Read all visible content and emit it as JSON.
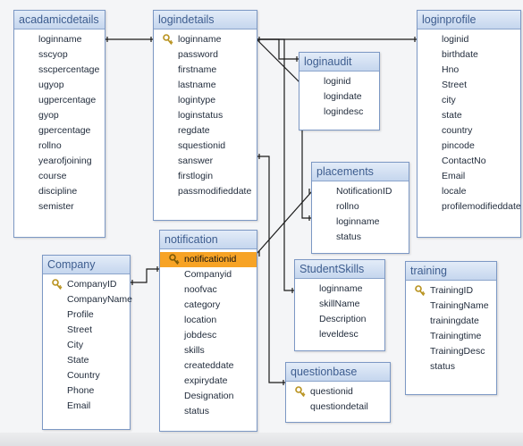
{
  "tables": {
    "acadamicdetails": {
      "title": "acadamicdetails",
      "fields": [
        "loginname",
        "sscyop",
        "sscpercentage",
        "ugyop",
        "ugpercentage",
        "gyop",
        "gpercentage",
        "rollno",
        "yearofjoining",
        "course",
        "discipline",
        "semister"
      ]
    },
    "logindetails": {
      "title": "logindetails",
      "key": "loginname",
      "fields": [
        "password",
        "firstname",
        "lastname",
        "logintype",
        "loginstatus",
        "regdate",
        "squestionid",
        "sanswer",
        "firstlogin",
        "passmodifieddate"
      ]
    },
    "loginprofile": {
      "title": "loginprofile",
      "fields": [
        "loginid",
        "birthdate",
        "Hno",
        "Street",
        "city",
        "state",
        "country",
        "pincode",
        "ContactNo",
        "Email",
        "locale",
        "profilemodifieddate"
      ]
    },
    "loginaudit": {
      "title": "loginaudit",
      "fields": [
        "loginid",
        "logindate",
        "logindesc"
      ]
    },
    "placements": {
      "title": "placements",
      "fields": [
        "NotificationID",
        "rollno",
        "loginname",
        "status"
      ]
    },
    "notification": {
      "title": "notification",
      "key": "notificationid",
      "fields": [
        "Companyid",
        "noofvac",
        "category",
        "location",
        "jobdesc",
        "skills",
        "createddate",
        "expirydate",
        "Designation",
        "status"
      ]
    },
    "company": {
      "title": "Company",
      "key": "CompanyID",
      "fields": [
        "CompanyName",
        "Profile",
        "Street",
        "City",
        "State",
        "Country",
        "Phone",
        "Email"
      ]
    },
    "studentskills": {
      "title": "StudentSkills",
      "fields": [
        "loginname",
        "skillName",
        "Description",
        "leveldesc"
      ]
    },
    "training": {
      "title": "training",
      "key": "TrainingID",
      "fields": [
        "TrainingName",
        "trainingdate",
        "Trainingtime",
        "TrainingDesc",
        "status"
      ]
    },
    "questionbase": {
      "title": "questionbase",
      "key": "questionid",
      "fields": [
        "questiondetail"
      ]
    }
  },
  "colors": {
    "border": "#7c98c4",
    "header_text": "#3d5d8f",
    "selected_field": "#f7a325",
    "relation_line": "#1a1a1a",
    "key_icon": "#c9a227"
  },
  "icons": {
    "primary_key": "key-icon"
  }
}
